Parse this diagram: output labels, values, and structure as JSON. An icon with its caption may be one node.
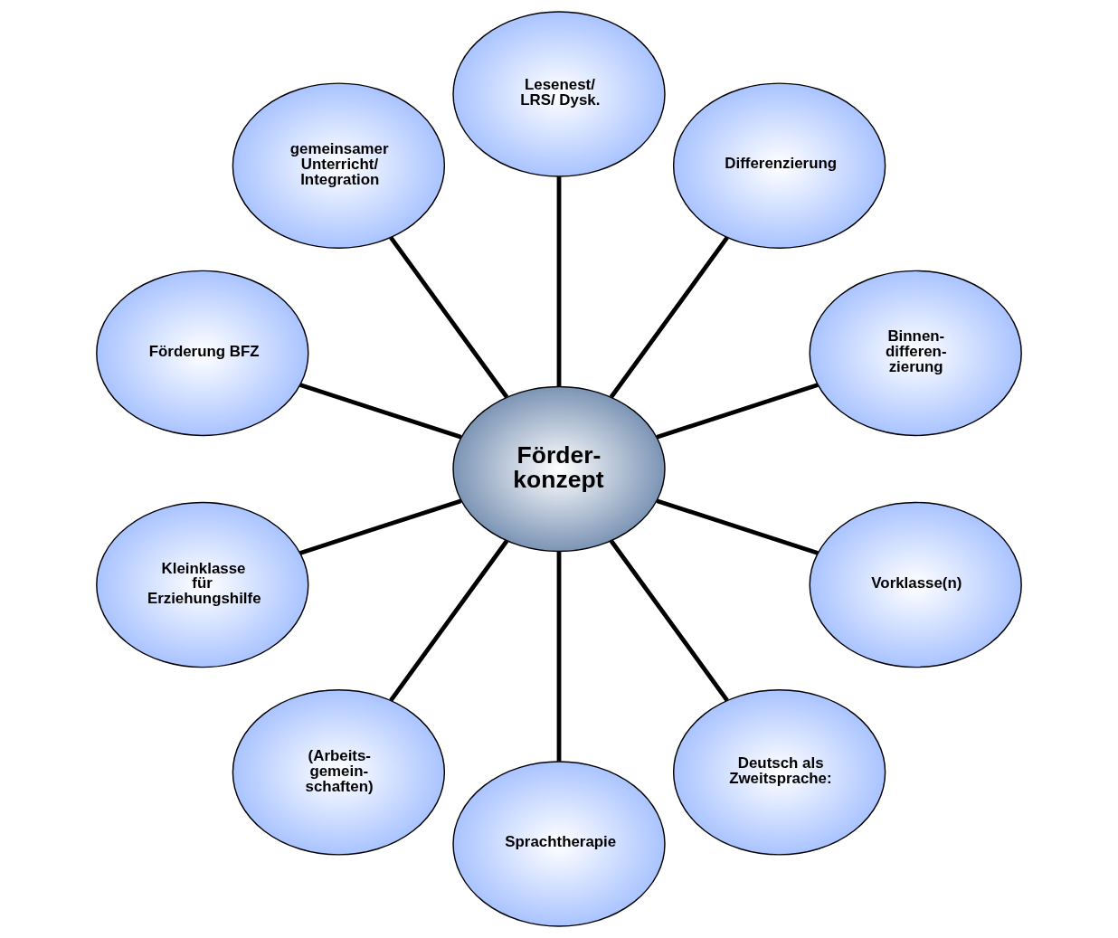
{
  "diagram": {
    "nodes": [
      {
        "text": [
          "Förder- konzept"
        ]
      },
      {
        "text": [
          "Binnen- differen- zierung"
        ]
      },
      {
        "text": [
          "Differenzierung"
        ]
      },
      {
        "text": [
          "Lesenest/ LRS/ Dysk."
        ]
      },
      {
        "text": [
          "gemeinsamer Unterricht/ Integration"
        ]
      },
      {
        "text": [
          "Förderung BFZ"
        ]
      },
      {
        "text": [
          "Kleinklasse für Erziehungshilfe"
        ]
      },
      {
        "text": [
          "(Arbeits- gemein- schaften)"
        ]
      },
      {
        "text": [
          "Sprachtherapie"
        ]
      },
      {
        "text": [
          "Deutsch als Zweitsprache:"
        ]
      },
      {
        "text": [
          "Vorklasse(n)"
        ]
      }
    ],
    "edges": [
      {
        "from": 0,
        "to": 1,
        "arrow": "none"
      },
      {
        "from": 0,
        "to": 2,
        "arrow": "none"
      },
      {
        "from": 0,
        "to": 3,
        "arrow": "none"
      },
      {
        "from": 0,
        "to": 4,
        "arrow": "none"
      },
      {
        "from": 0,
        "to": 5,
        "arrow": "none"
      },
      {
        "from": 0,
        "to": 6,
        "arrow": "none"
      },
      {
        "from": 0,
        "to": 7,
        "arrow": "none"
      },
      {
        "from": 0,
        "to": 8,
        "arrow": "none"
      },
      {
        "from": 0,
        "to": 9,
        "arrow": "none"
      },
      {
        "from": 0,
        "to": 10,
        "arrow": "none"
      }
    ]
  }
}
